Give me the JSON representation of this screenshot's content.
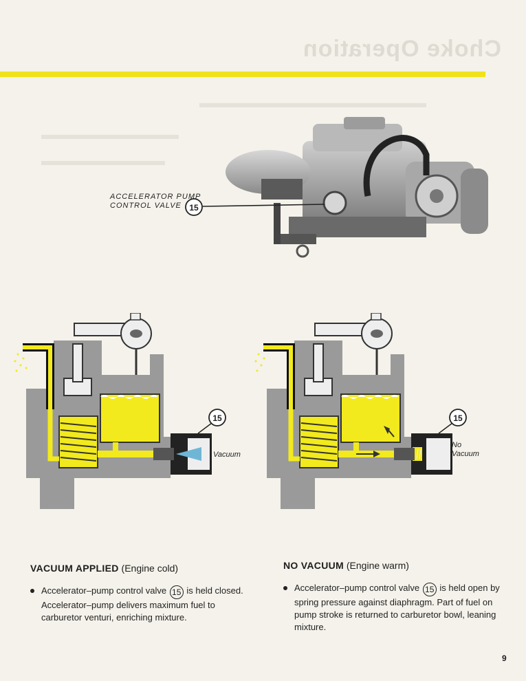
{
  "callout": {
    "line1": "ACCELERATOR PUMP",
    "line2": "CONTROL VALVE",
    "number": "15"
  },
  "diagram_left": {
    "number": "15",
    "label": "Vacuum"
  },
  "diagram_right": {
    "number": "15",
    "label_line1": "No",
    "label_line2": "Vacuum"
  },
  "section_left": {
    "heading_bold": "VACUUM APPLIED",
    "heading_rest": "(Engine cold)",
    "text_before": "Accelerator–pump control valve",
    "ref": "15",
    "text_after": "is held closed. Accelerator–pump delivers maximum fuel to carburetor venturi, enriching mixture."
  },
  "section_right": {
    "heading_bold": "NO VACUUM",
    "heading_rest": "(Engine warm)",
    "text_before": "Accelerator–pump control valve",
    "ref": "15",
    "text_after": "is held open by spring pressure against diaphragm. Part of fuel on pump stroke is returned to carburetor bowl, leaning mixture."
  },
  "page_number": "9",
  "colors": {
    "accent_yellow": "#f0e21a",
    "fuel_yellow": "#f2ea1c",
    "casting_gray": "#9a9a9a",
    "vacuum_blue": "#6fb6d6"
  }
}
